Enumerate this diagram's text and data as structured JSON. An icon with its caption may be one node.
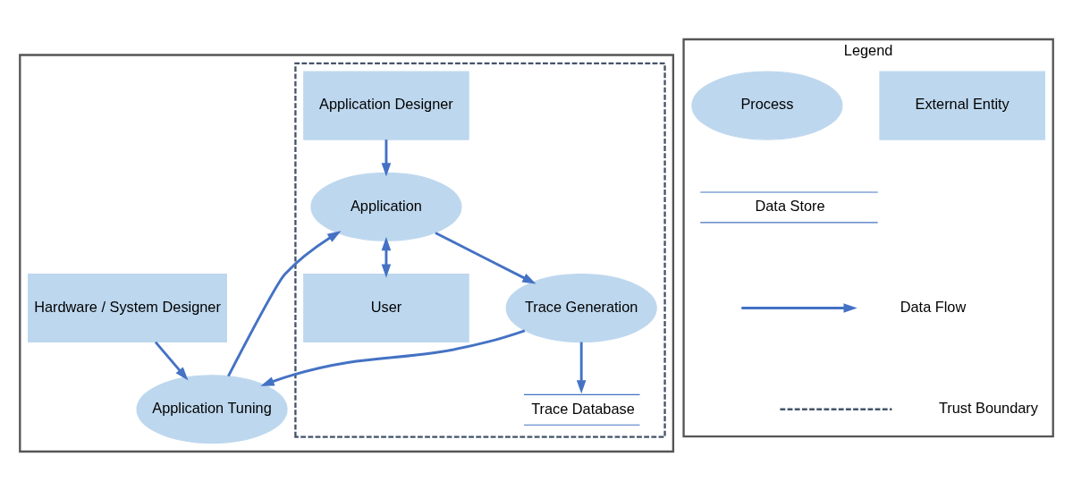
{
  "diagram": {
    "nodes": [
      {
        "text": [],
        "shape": "box"
      },
      {
        "text": [],
        "shape": "box",
        "in": 0
      },
      {
        "text": [
          "User"
        ],
        "in": 1
      },
      {
        "text": [
          "Application Designer"
        ],
        "in": 1
      },
      {
        "text": [
          "Application"
        ],
        "in": 1
      },
      {
        "text": [
          "Trace Generation"
        ],
        "in": 1
      },
      {
        "text": [
          "Trace Database"
        ],
        "in": 1
      },
      {
        "text": [
          "Hardware / System Designer"
        ],
        "in": 0
      },
      {
        "text": [
          "Application Tuning"
        ],
        "in": 0
      },
      {
        "text": [
          "Legend"
        ]
      },
      {
        "text": [
          "External Entity"
        ],
        "in": 9
      },
      {
        "text": [
          "Process"
        ],
        "in": 9
      }
    ],
    "edges": [
      {
        "from": 4,
        "to": 2,
        "arrow": "both"
      },
      {
        "from": 3,
        "to": 4,
        "arrow": "to"
      },
      {
        "from": 4,
        "to": 5,
        "arrow": "to"
      },
      {
        "from": 5,
        "to": 6,
        "arrow": "to"
      },
      {
        "from": 7,
        "to": 8,
        "arrow": "to"
      },
      {
        "from": 5,
        "to": 8,
        "arrow": "to"
      },
      {
        "from": 8,
        "to": 4,
        "arrow": "to"
      }
    ],
    "legend": [
      {
        "text": "Data Store"
      },
      {
        "text": "Data Flow"
      },
      {
        "text": "Trust Boundary"
      }
    ]
  }
}
